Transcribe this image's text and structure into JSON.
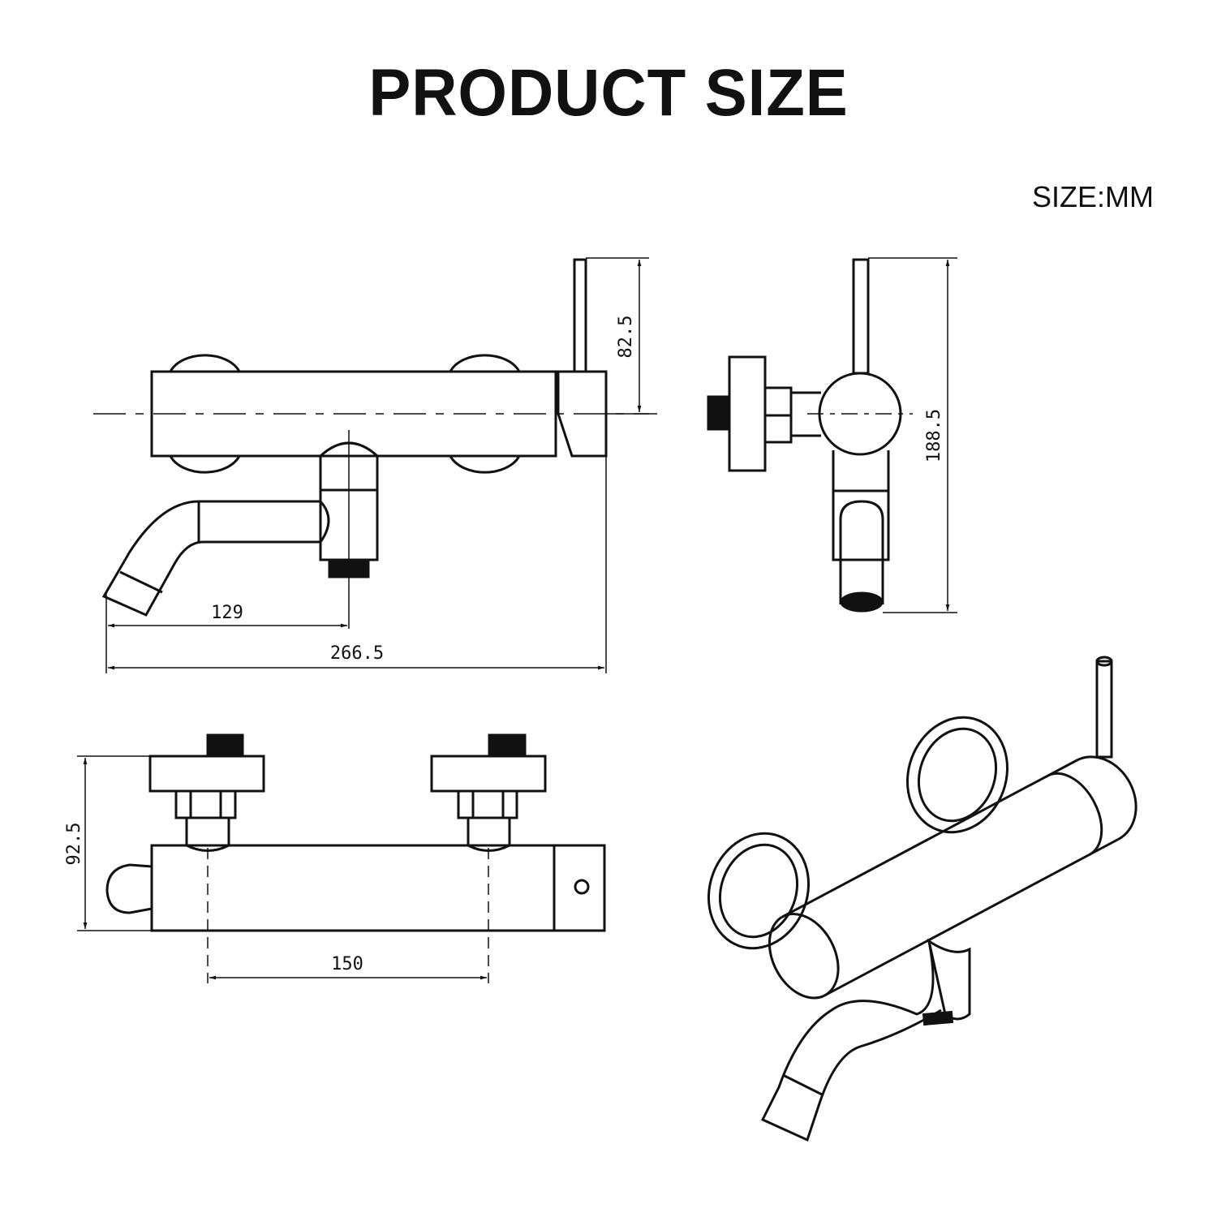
{
  "title": "PRODUCT SIZE",
  "unit_label": "SIZE:MM",
  "dimensions": {
    "lever_height": "82.5",
    "total_height": "188.5",
    "spout_reach": "129",
    "total_length": "266.5",
    "depth": "92.5",
    "inlet_spacing": "150"
  }
}
